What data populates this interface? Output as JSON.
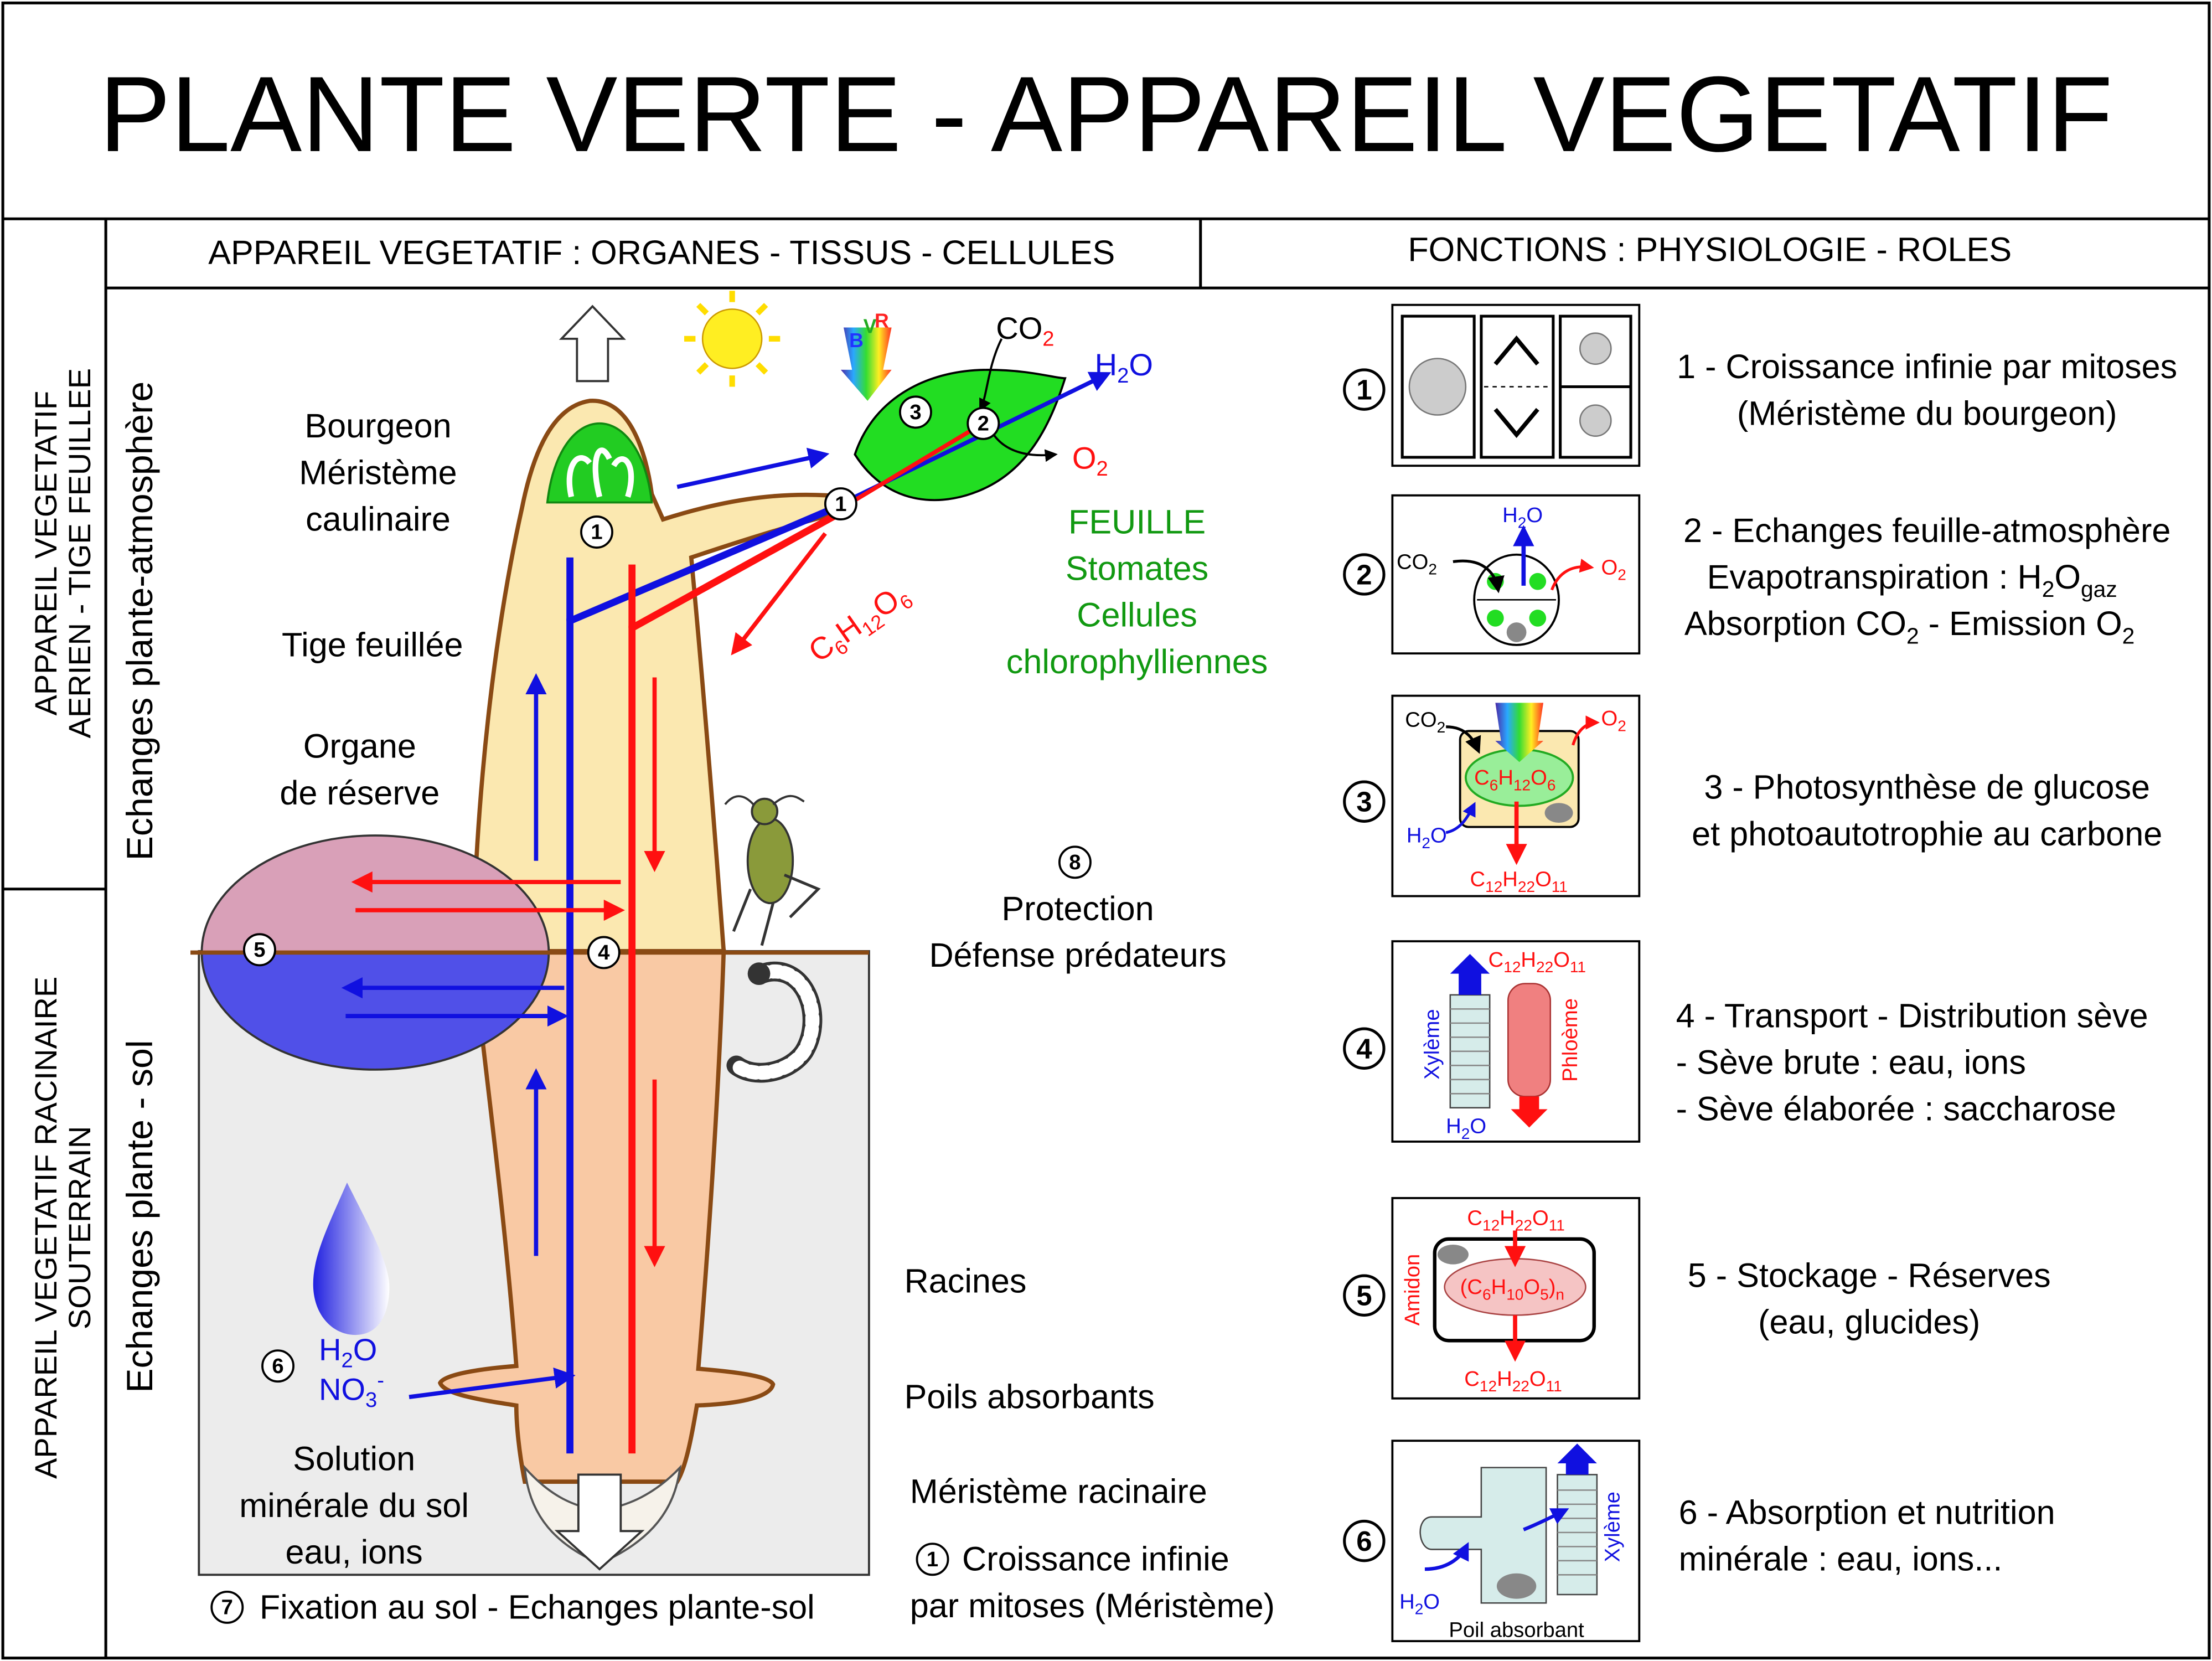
{
  "title": "PLANTE VERTE  - APPAREIL VEGETATIF",
  "header_left": "APPAREIL VEGETATIF : ORGANES - TISSUS - CELLULES",
  "header_right": "FONCTIONS : PHYSIOLOGIE - ROLES",
  "side_aerien_1": "APPAREIL VEGETATIF",
  "side_aerien_2": "AERIEN - TIGE FEUILLEE",
  "side_racinaire_1": "APPAREIL VEGETATIF RACINAIRE",
  "side_racinaire_2": "SOUTERRAIN",
  "side_echanges_atm": "Echanges plante-atmosphère",
  "side_echanges_sol": "Echanges plante - sol",
  "labels": {
    "bourgeon": "Bourgeon",
    "meristeme": "Méristème",
    "caulinaire": "caulinaire",
    "tige": "Tige feuillée",
    "organe": "Organe",
    "reserve": "de réserve",
    "feuille": "FEUILLE",
    "stomates": "Stomates",
    "cellules": "Cellules",
    "chloro": "chlorophylliennes",
    "protection": "Protection",
    "defense": "Défense prédateurs",
    "racines": "Racines",
    "poils": "Poils absorbants",
    "meristeme_rac": "Méristème racinaire",
    "croissance_1": "Croissance infinie",
    "croissance_2": "par mitoses (Méristème)",
    "solution_1": "Solution",
    "solution_2": "minérale du sol",
    "solution_3": "eau, ions",
    "fixation": "Fixation au sol - Echanges plante-sol",
    "co2": "CO",
    "h2o": "H",
    "o2": "O",
    "glucose": "C",
    "bvr_b": "B",
    "bvr_v": "V",
    "bvr_r": "R",
    "no3": "NO"
  },
  "markers": [
    "1",
    "2",
    "3",
    "4",
    "5",
    "6",
    "7",
    "8"
  ],
  "functions": [
    {
      "num": "1",
      "lines": [
        "1 - Croissance infinie par mitoses",
        "(Méristème du bourgeon)"
      ]
    },
    {
      "num": "2",
      "lines": [
        "2 - Echanges feuille-atmosphère",
        "Evapotranspiration : H",
        "Absorption CO",
        "- Emission O"
      ]
    },
    {
      "num": "3",
      "lines": [
        "3 - Photosynthèse de glucose",
        "et photoautotrophie au carbone"
      ]
    },
    {
      "num": "4",
      "lines": [
        "4 - Transport - Distribution sève",
        "- Sève brute : eau, ions",
        "- Sève élaborée : saccharose"
      ]
    },
    {
      "num": "5",
      "lines": [
        "5 - Stockage - Réserves",
        "(eau, glucides)"
      ]
    },
    {
      "num": "6",
      "lines": [
        "6 - Absorption et nutrition",
        "minérale : eau, ions..."
      ]
    }
  ],
  "box_labels": {
    "xyleme": "Xylème",
    "phloeme": "Phloème",
    "amidon": "Amidon",
    "poil": "Poil absorbant",
    "saccharose": "C",
    "amidon_formula": "(C"
  },
  "colors": {
    "blue": "#1010e0",
    "red": "#ff1010",
    "green": "#119911",
    "leaf": "#22dd22",
    "stem": "#fbe8b0",
    "root": "#f9c9a4",
    "soil": "#ececec",
    "reserve_top": "#d9a0b8",
    "reserve_bottom": "#5050e8"
  }
}
